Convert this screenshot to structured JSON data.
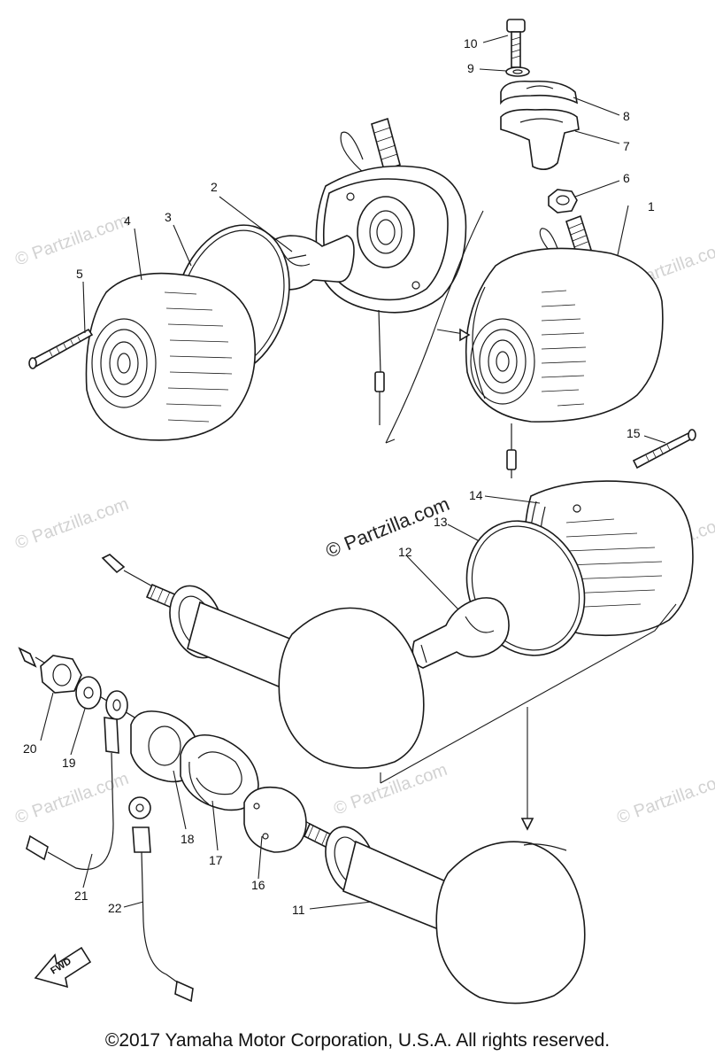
{
  "watermark": "© Partzilla.com",
  "copyright": "©2017 Yamaha Motor Corporation, U.S.A. All rights reserved.",
  "fwd_label": "FWD",
  "callouts": [
    "1",
    "2",
    "3",
    "4",
    "5",
    "6",
    "7",
    "8",
    "9",
    "10",
    "11",
    "12",
    "13",
    "14",
    "15",
    "16",
    "17",
    "18",
    "19",
    "20",
    "21",
    "22"
  ]
}
